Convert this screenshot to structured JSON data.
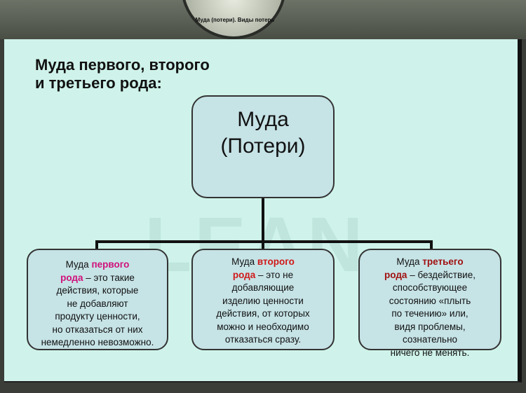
{
  "header": {
    "text": "Муда (потери). Виды потерь"
  },
  "title": [
    "Муда первого, второго",
    "и третьего рода:"
  ],
  "watermark": "LEAN",
  "root": {
    "lines": [
      "Муда",
      "(Потери)"
    ]
  },
  "colors": {
    "panel": "#cff3ea",
    "box": "#c6e3e6",
    "first": "#d0107a",
    "second": "#d01818",
    "third": "#a01010"
  },
  "children": [
    {
      "lines": [
        [
          "Муда ",
          "первого",
          ""
        ],
        [
          "",
          "рода",
          " – это такие"
        ],
        [
          "действия, которые"
        ],
        [
          "не добавляют"
        ],
        [
          "продукту ценности,"
        ],
        [
          "но отказаться от них"
        ],
        [
          "немедленно невозможно."
        ]
      ]
    },
    {
      "lines": [
        [
          "Муда ",
          "второго",
          ""
        ],
        [
          "",
          "рода",
          " – это  не"
        ],
        [
          "добавляющие"
        ],
        [
          "изделию ценности"
        ],
        [
          "действия, от которых"
        ],
        [
          "можно и необходимо"
        ],
        [
          "отказаться сразу."
        ]
      ]
    },
    {
      "lines": [
        [
          "Муда ",
          "третьего",
          ""
        ],
        [
          "",
          "рода",
          " – бездействие,"
        ],
        [
          "способствующее"
        ],
        [
          "состоянию «плыть"
        ],
        [
          "по течению»  или,"
        ],
        [
          "видя проблемы,"
        ],
        [
          "сознательно"
        ],
        [
          "ничего не менять."
        ]
      ]
    }
  ]
}
